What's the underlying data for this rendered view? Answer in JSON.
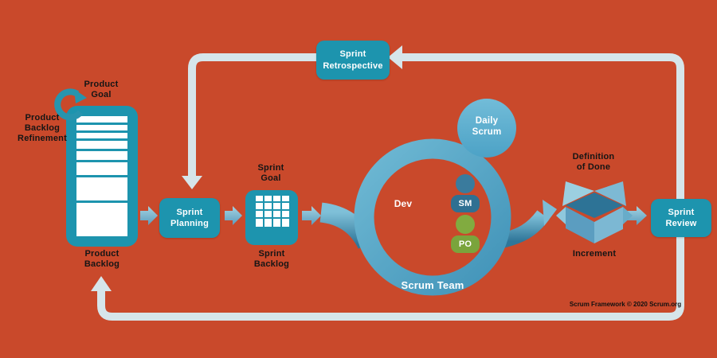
{
  "nodes": {
    "product_goal": "Product\nGoal",
    "product_backlog_refinement": "Product\nBacklog\nRefinement",
    "product_backlog": "Product\nBacklog",
    "sprint_planning": "Sprint\nPlanning",
    "sprint_goal": "Sprint\nGoal",
    "sprint_backlog": "Sprint\nBacklog",
    "daily_scrum": "Daily\nScrum",
    "dev": "Dev",
    "sm": "SM",
    "po": "PO",
    "scrum_team": "Scrum Team",
    "definition_of_done": "Definition\nof Done",
    "increment": "Increment",
    "sprint_review": "Sprint\nReview",
    "sprint_retrospective": "Sprint\nRetrospective"
  },
  "footer": {
    "copyright": "Scrum Framework © 2020 Scrum.org"
  },
  "colors": {
    "background": "#c9492b",
    "teal": "#1d94ae",
    "ring_blue": "#55a7c6",
    "pale_arrow": "#d6e5ea",
    "chevron_blue": "#8cc4d9",
    "sm_blue": "#3a7b9d",
    "po_green": "#81ab40",
    "label_black": "#151515"
  }
}
